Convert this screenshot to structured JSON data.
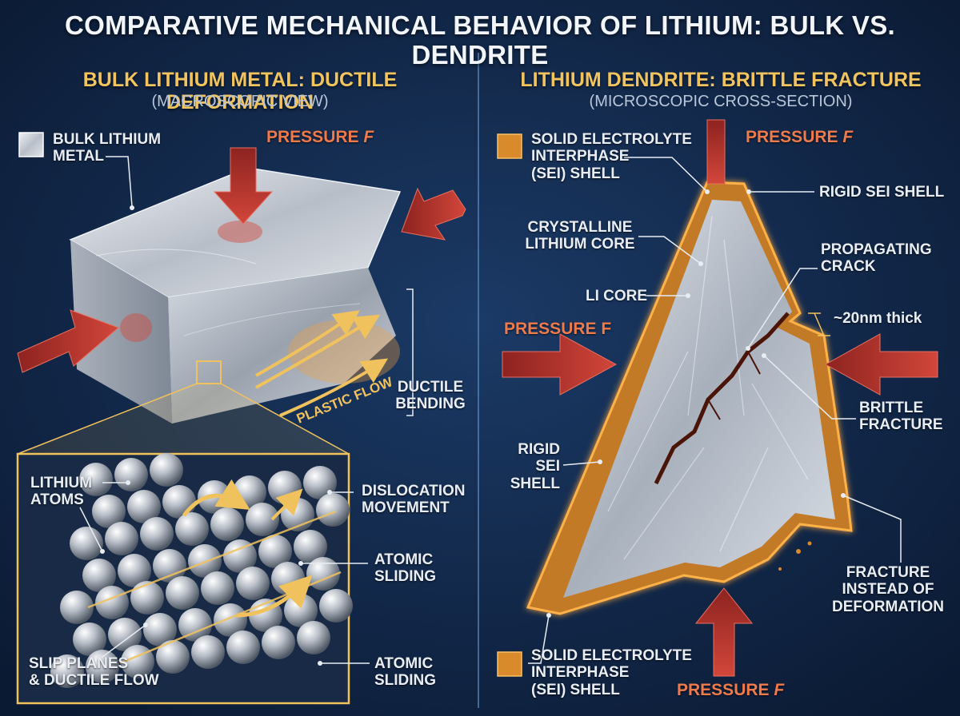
{
  "title": "Comparative Mechanical Behavior of Lithium: Bulk vs. Dendrite",
  "left_panel": {
    "heading": "Bulk Lithium Metal: Ductile Deformation",
    "subheading": "(Macroscopic View)",
    "legend_label": "Bulk Lithium\nMetal",
    "pressure_label": "Pressure",
    "pressure_symbol": "F",
    "plastic_flow": "Plastic Flow",
    "ductile_bending": "Ductile\nBending",
    "inset": {
      "lithium_atoms": "Lithium\nAtoms",
      "dislocation_movement": "Dislocation\nMovement",
      "atomic_sliding_1": "Atomic\nSliding",
      "slip_planes": "Slip Planes\n& Ductile Flow",
      "atomic_sliding_2": "Atomic\nSliding"
    }
  },
  "right_panel": {
    "heading": "Lithium Dendrite: Brittle Fracture",
    "subheading": "(Microscopic Cross-Section)",
    "sei_legend_top": "Solid Electrolyte\nInterphase\n(SEI) Shell",
    "pressure_top": "Pressure",
    "pressure_top_symbol": "F",
    "rigid_sei_shell_top": "Rigid SEI Shell",
    "crystalline_core": "Crystalline\nLithium Core",
    "propagating_crack": "Propagating\nCrack",
    "li_core": "Li Core",
    "thickness": "~20nm thick",
    "pressure_left": "Pressure F",
    "brittle_fracture": "Brittle\nFracture",
    "rigid_sei_shell_left": "Rigid\nSEI\nShell",
    "fracture_instead": "Fracture\nInstead of\nDeformation",
    "sei_legend_bottom": "Solid Electrolyte\nInterphase\n(SEI) Shell",
    "pressure_bottom": "Pressure",
    "pressure_bottom_symbol": "F"
  },
  "colors": {
    "background": "#0f2444",
    "title_gold": "#f1c45f",
    "pressure_arrow": "#b8312a",
    "sei_orange": "#d98a2b",
    "metal_silver": "#c9ced6"
  }
}
